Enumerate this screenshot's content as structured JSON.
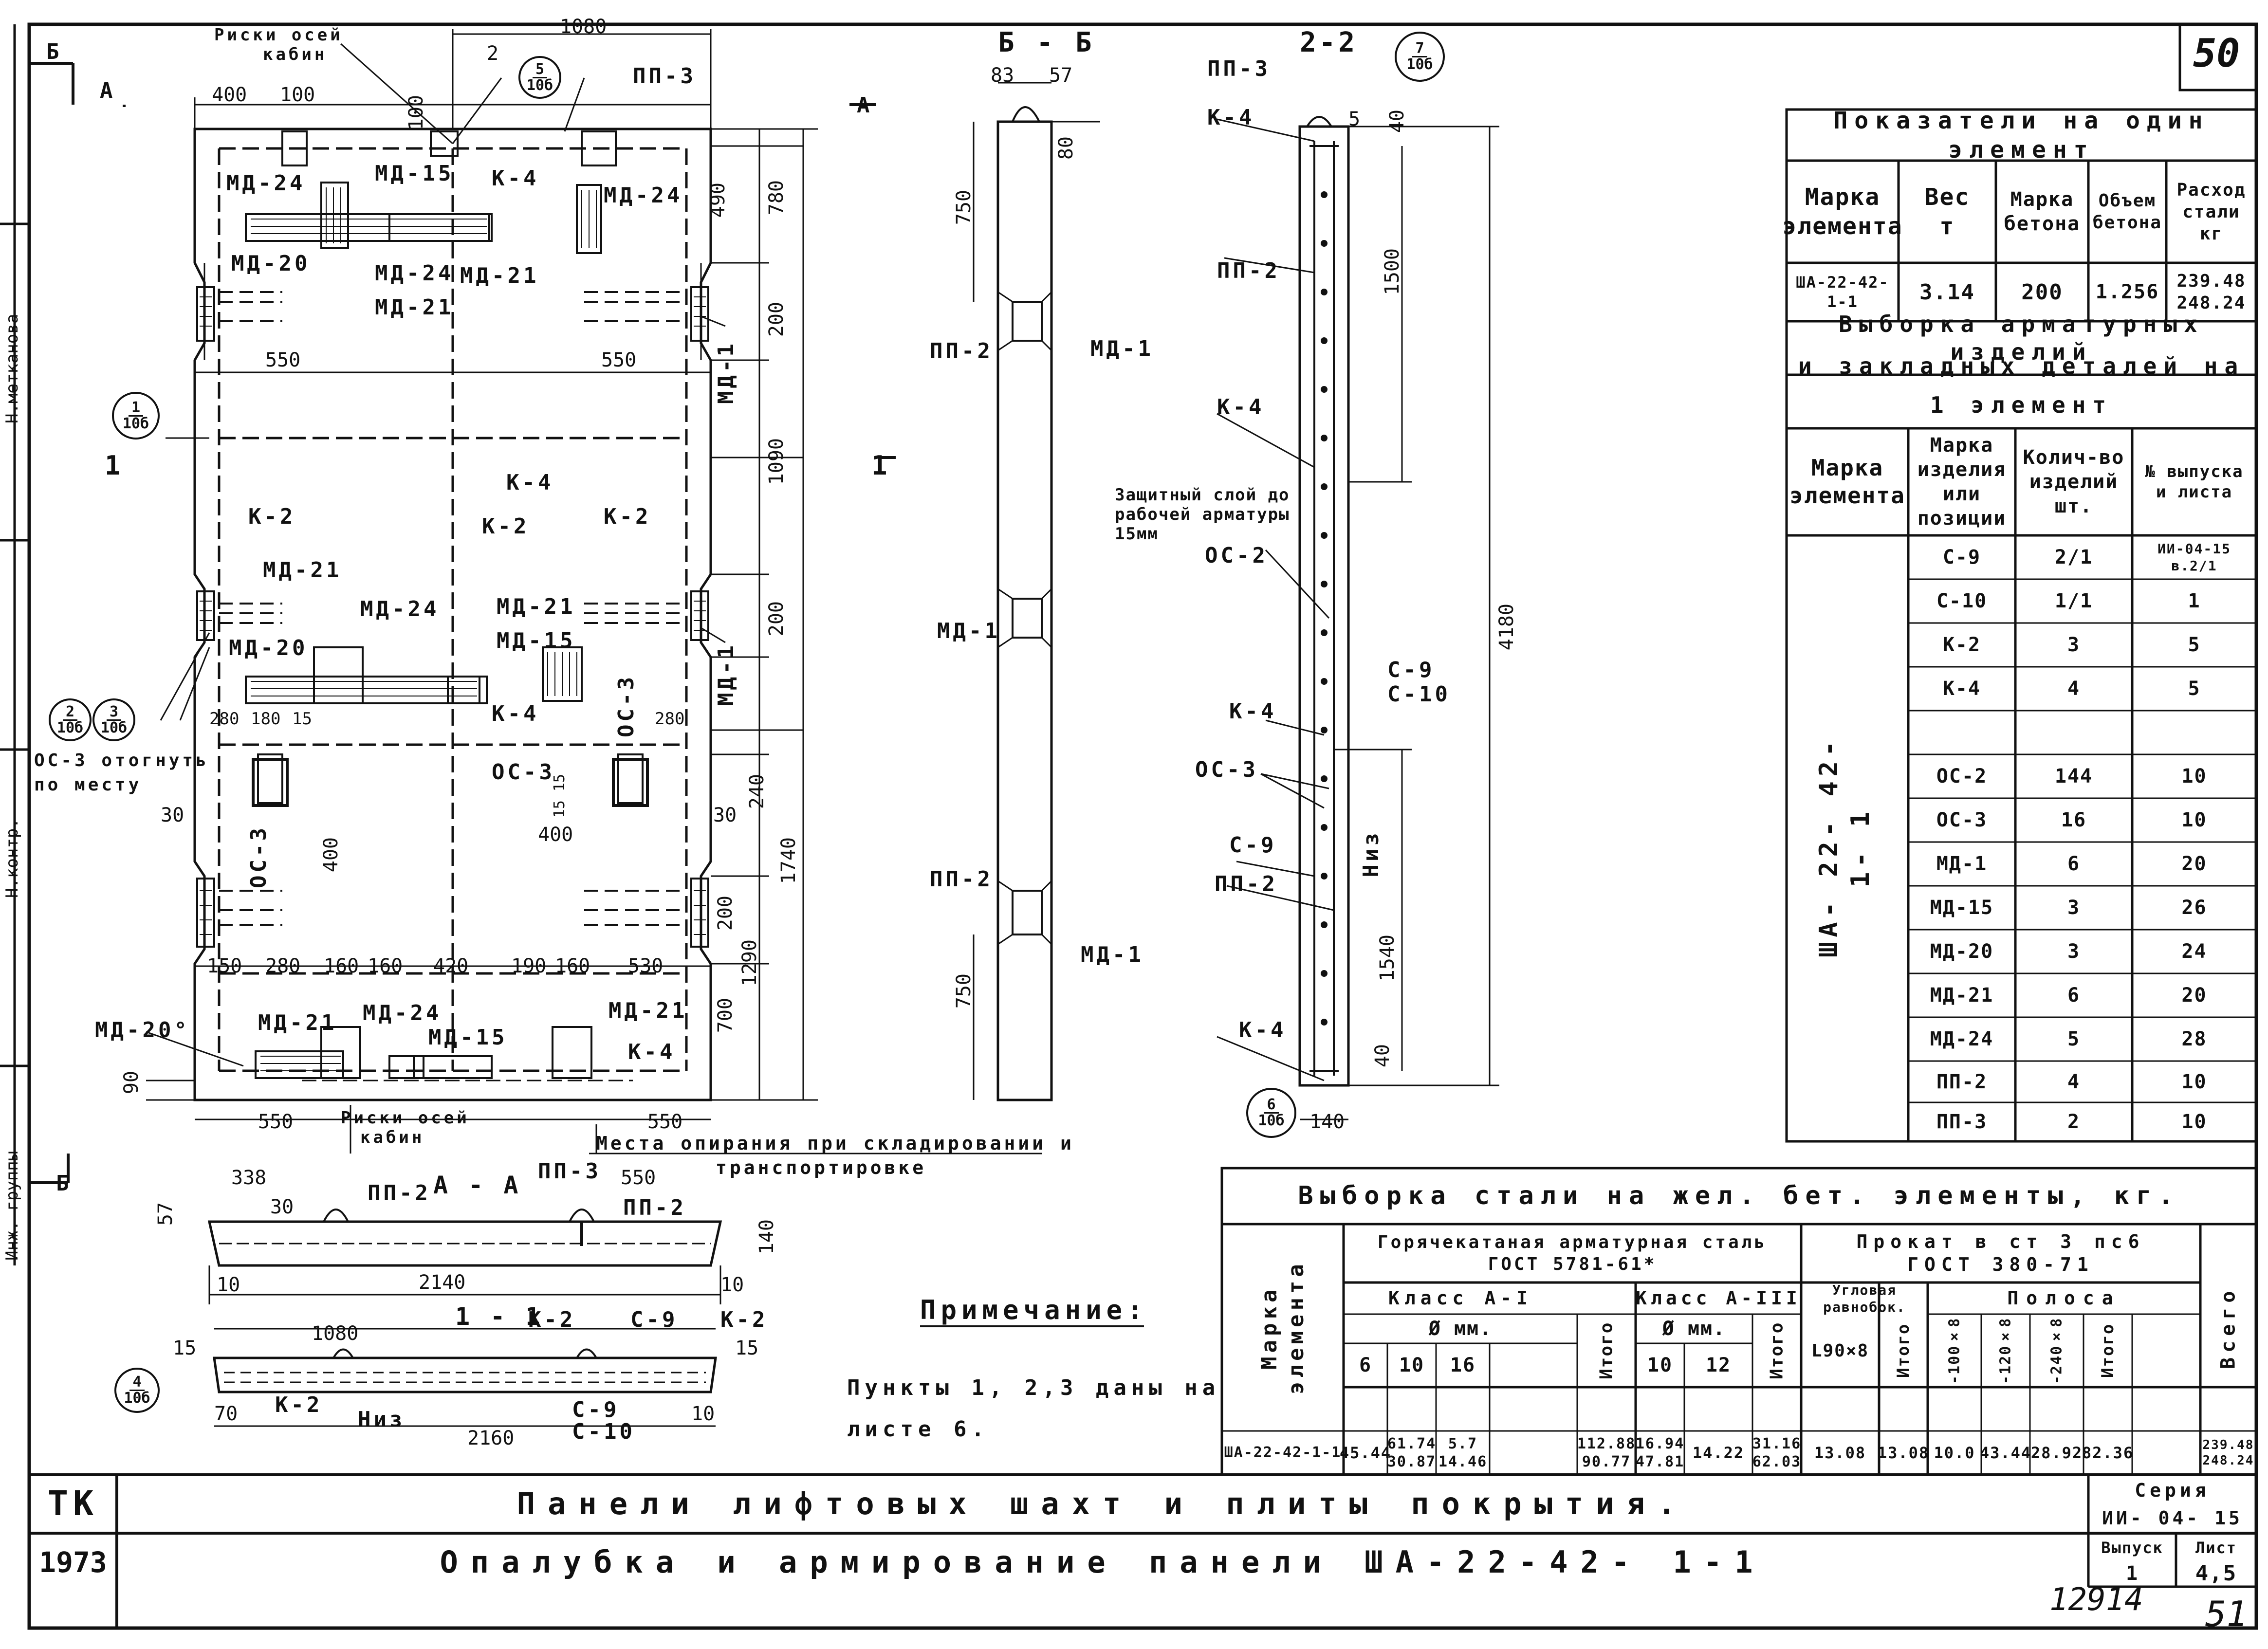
{
  "sheet": {
    "number": "50",
    "page_bottom": "51",
    "inventory": "12914",
    "left_margin": [
      "Инж. группы",
      "Н.контр.",
      "Н.метканова"
    ],
    "section_marks": [
      "Б",
      "А",
      "А",
      "1",
      "1",
      "Б"
    ]
  },
  "callouts": {
    "c5": {
      "top": "5",
      "bottom": "10б"
    },
    "c1": {
      "top": "1",
      "bottom": "10б"
    },
    "c2": {
      "top": "2",
      "bottom": "10б"
    },
    "c3": {
      "top": "3",
      "bottom": "10б"
    },
    "c4": {
      "top": "4",
      "bottom": "10б"
    },
    "c7": {
      "top": "7",
      "bottom": "10б"
    },
    "c6": {
      "top": "6",
      "bottom": "10б"
    }
  },
  "main_view": {
    "top_note": [
      "Риски осей",
      "кабин"
    ],
    "bottom_note": [
      "Риски осей",
      "кабин"
    ],
    "support_note": [
      "Места опирания при складировании и",
      "транспортировке"
    ],
    "top_dims": [
      "400",
      "100",
      "1080",
      "2"
    ],
    "right_dims": [
      "490",
      "780",
      "200",
      "1090",
      "200",
      "240",
      "1740",
      "200",
      "1290",
      "700"
    ],
    "left_dims": [
      "550",
      "550",
      "280",
      "180",
      "15",
      "280",
      "30",
      "30",
      "400",
      "400",
      "15 15",
      "100",
      "90"
    ],
    "bottom_dims": [
      "150",
      "280",
      "160",
      "160",
      "420",
      "190",
      "160",
      "530",
      "550",
      "550"
    ],
    "labels": [
      "МД-24",
      "МД-15",
      "К-4",
      "МД-24",
      "ПП-3",
      "МД-20",
      "МД-24",
      "МД-21",
      "МД-21",
      "МД-1",
      "К-4",
      "К-2",
      "К-2",
      "К-2",
      "МД-21",
      "МД-24",
      "МД-21",
      "МД-15",
      "МД-20",
      "МД-1",
      "К-4",
      "ОС-3",
      "ОС-3",
      "ОС-3",
      "МД-20°",
      "МД-21",
      "МД-24",
      "МД-15",
      "МД-21",
      "К-4"
    ],
    "bend_note": [
      "ОС-3 отогнуть",
      "по месту"
    ]
  },
  "section_aa": {
    "title": "А - А",
    "dims": [
      "338",
      "550",
      "30",
      "57",
      "140",
      "10",
      "2140",
      "10"
    ],
    "labels": [
      "ПП-2",
      "ПП-3",
      "ПП-2"
    ]
  },
  "section_11": {
    "title": "1 - 1",
    "dims": [
      "1080",
      "15",
      "15",
      "70",
      "10",
      "2160"
    ],
    "labels": [
      "К-2",
      "С-9",
      "К-2",
      "К-2",
      "Низ",
      "С-9",
      "С-10"
    ]
  },
  "section_bb": {
    "title": "Б - Б",
    "dims": [
      "83",
      "57",
      "80",
      "750",
      "750"
    ],
    "labels": [
      "ПП-2",
      "МД-1",
      "МД-1",
      "ПП-2",
      "МД-1"
    ]
  },
  "section_22": {
    "title": "2-2",
    "dims": [
      "5",
      "40",
      "1500",
      "4180",
      "1540",
      "40",
      "140"
    ],
    "labels": [
      "ПП-3",
      "К-4",
      "ПП-2",
      "К-4",
      "ОС-2",
      "С-9",
      "С-10",
      "К-4",
      "ОС-3",
      "С-9",
      "ПП-2",
      "Низ",
      "К-4"
    ],
    "cover_note": [
      "Защитный слой до",
      "рабочей арматуры",
      "15мм"
    ]
  },
  "note": {
    "title": "Примечание:",
    "lines": [
      "Пункты 1, 2,3 даны на",
      "листе 6."
    ]
  },
  "table_element": {
    "title": "Показатели на один элемент",
    "headers": [
      "Марка\nэлемента",
      "Вес\nт",
      "Марка\nбетона",
      "Объем\nбетона",
      "Расход\nстали\nкг"
    ],
    "row": [
      "ША-22-42-1-1",
      "3.14",
      "200",
      "1.256",
      "239.48\n248.24"
    ]
  },
  "table_parts": {
    "title": [
      "Выборка арматурных изделий",
      "и закладных деталей на",
      "1 элемент"
    ],
    "headers": [
      "Марка\nэлемента",
      "Марка\nизделия\nили\nпозиции",
      "Колич-во\nизделий\nшт.",
      "№ выпуска\nи листа"
    ],
    "element": "ША- 22- 42- 1- 1",
    "rows": [
      [
        "С-9",
        "2/1",
        "ИИ-04-15 в.2/1"
      ],
      [
        "С-10",
        "1/1",
        "1"
      ],
      [
        "К-2",
        "3",
        "5"
      ],
      [
        "К-4",
        "4",
        "5"
      ],
      [
        "",
        "",
        ""
      ],
      [
        "ОС-2",
        "144",
        "10"
      ],
      [
        "ОС-3",
        "16",
        "10"
      ],
      [
        "МД-1",
        "6",
        "20"
      ],
      [
        "МД-15",
        "3",
        "26"
      ],
      [
        "МД-20",
        "3",
        "24"
      ],
      [
        "МД-21",
        "6",
        "20"
      ],
      [
        "МД-24",
        "5",
        "28"
      ],
      [
        "ПП-2",
        "4",
        "10"
      ],
      [
        "ПП-3",
        "2",
        "10"
      ]
    ]
  },
  "table_steel": {
    "title": "Выборка стали на жел. бет. элементы, кг.",
    "col_element": "Марка\nэлемента",
    "group_hot": "Горячекатаная арматурная сталь\nГОСТ 5781-61*",
    "group_rolled": "Прокат в ст 3 пс6\nГОСТ 380-71",
    "class1": "Класс А-I",
    "class3": "Класс А-III",
    "diam": "Ø мм.",
    "angle": "Угловая равнобок.",
    "strip": "Полоса",
    "total": "Итого",
    "all": "Всего",
    "sub_a1": [
      "6",
      "10",
      "16"
    ],
    "sub_a3": [
      "10",
      "12"
    ],
    "angle_size": "L90×8",
    "strip_sizes": [
      "-100×8",
      "-120×8",
      "-240×8"
    ],
    "row": {
      "mark": "ША-22-42-1-1",
      "a1": [
        "45.44",
        "61.74\n30.87",
        "5.7\n14.46"
      ],
      "a1_total": "112.88\n90.77",
      "a3": [
        "16.94\n47.81",
        "14.22"
      ],
      "a3_total": "31.16\n62.03",
      "angle": "13.08",
      "angle_total": "13.08",
      "strip": [
        "10.0",
        "43.44",
        "28.92"
      ],
      "strip_total": "82.36",
      "all": "239.48\n248.24"
    }
  },
  "title_block": {
    "org": "ТК",
    "year": "1973",
    "title1": "Панели лифтовых шахт и плиты покрытия.",
    "title2": "Опалубка и армирование панели ША-22-42- 1-1",
    "series_label": "Серия",
    "series": "ИИ- 04- 15",
    "issue_label": "Выпуск",
    "issue": "1",
    "sheet_label": "Лист",
    "sheet": "4,5"
  }
}
